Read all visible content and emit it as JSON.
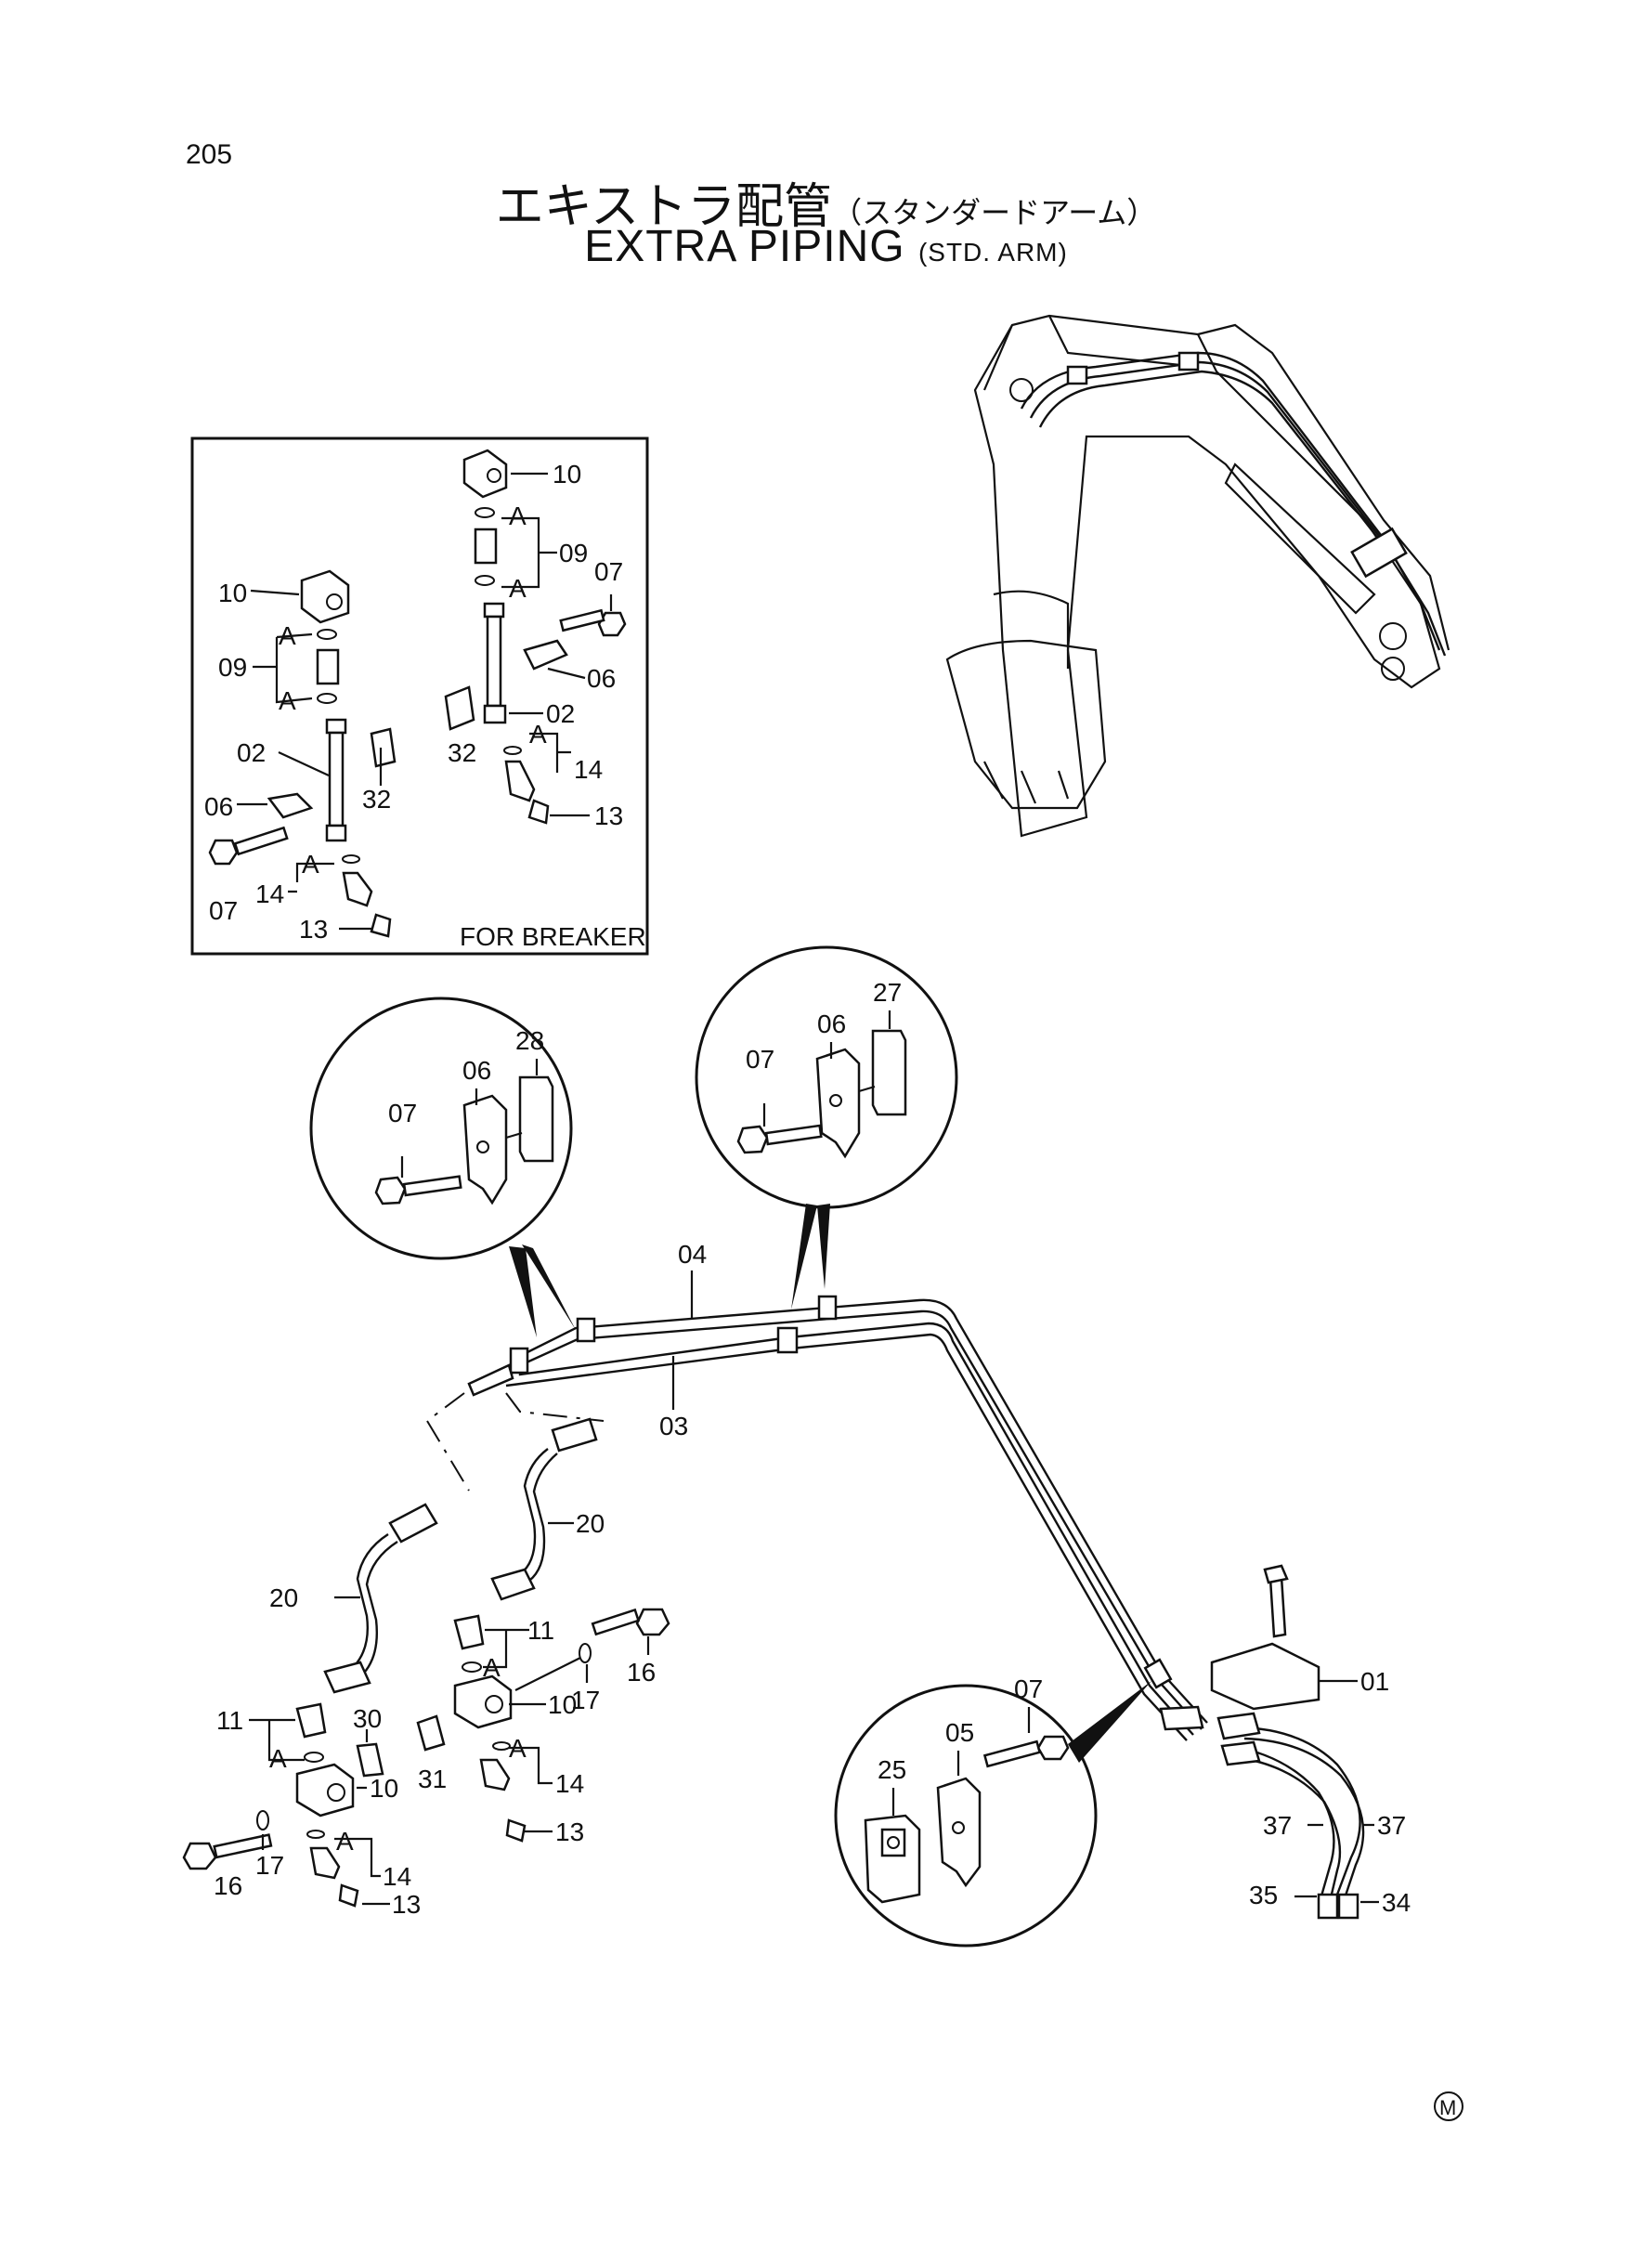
{
  "header": {
    "page_number": "205",
    "title_jp": "エキストラ配管",
    "title_jp_sub": "（スタンダードアーム）",
    "title_en": "EXTRA PIPING",
    "title_en_sub": "(STD. ARM)"
  },
  "inset": {
    "caption": "FOR BREAKER"
  },
  "labels": {
    "l01": "01",
    "l02": "02",
    "l03": "03",
    "l04": "04",
    "l05": "05",
    "l06": "06",
    "l07": "07",
    "l09": "09",
    "l10": "10",
    "l11": "11",
    "l13": "13",
    "l14": "14",
    "l16": "16",
    "l17": "17",
    "l20": "20",
    "l25": "25",
    "l27": "27",
    "l28": "28",
    "l30": "30",
    "l31": "31",
    "l32": "32",
    "l34": "34",
    "l35": "35",
    "l37": "37",
    "lA": "A"
  },
  "footer": {
    "mark": "M"
  }
}
